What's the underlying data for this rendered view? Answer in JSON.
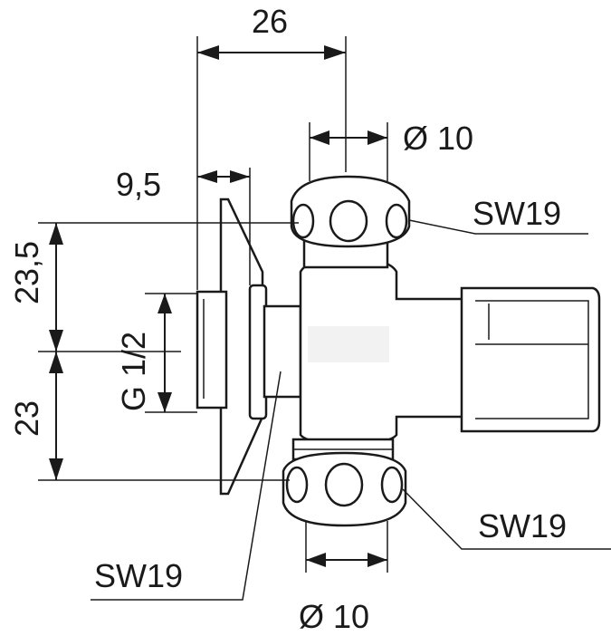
{
  "dimensions": {
    "overall_width": "26",
    "flange_width": "9,5",
    "upper_height": "23,5",
    "lower_height": "23",
    "thread": "G 1/2",
    "top_outlet_diameter": "Ø 10",
    "bottom_outlet_diameter": "Ø 10"
  },
  "wrench_sizes": {
    "top_nut": "SW19",
    "bottom_nut": "SW19",
    "thread_nut": "SW19"
  }
}
